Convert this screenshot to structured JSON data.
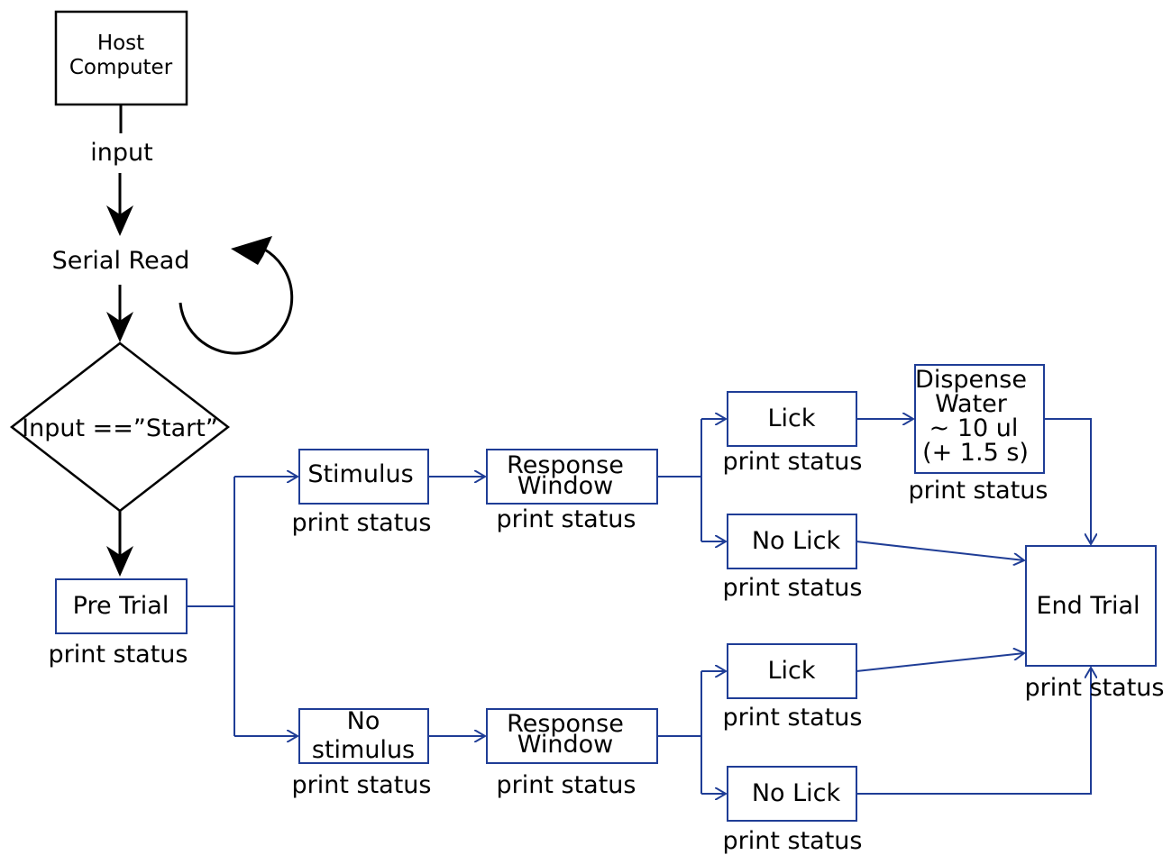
{
  "nodes": {
    "host": {
      "line1": "Host",
      "line2": "Computer"
    },
    "input_label": "input",
    "serial_read": "Serial Read",
    "decision": "Input ==”Start”",
    "pre_trial": "Pre Trial",
    "stimulus": "Stimulus",
    "no_stimulus": {
      "line1": "No",
      "line2": "stimulus"
    },
    "response_window": {
      "line1": "Response",
      "line2": "Window"
    },
    "lick": "Lick",
    "no_lick": "No Lick",
    "dispense": {
      "line1": "Dispense",
      "line2": "Water",
      "line3": "~ 10 ul",
      "line4": "(+ 1.5 s)"
    },
    "end_trial": "End Trial",
    "status": "print status"
  },
  "colors": {
    "flow_line": "#1f3d96",
    "outline": "#000000"
  }
}
